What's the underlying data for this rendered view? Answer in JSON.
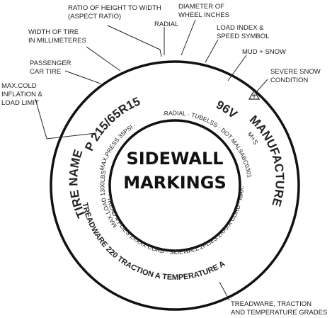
{
  "title": {
    "line1": "SIDEWALL",
    "line2": "MARKINGS"
  },
  "tire": {
    "size_code": "P 215/65R15",
    "load_speed": "96V",
    "ms_symbol": "M+S",
    "brand_left": "TIRE NAME",
    "brand_right": "MANUFACTURE",
    "max_press": "· MAX.PRESS.35PSI ·",
    "max_load": "MAX.LOAD 1300LBS ·",
    "construction_top": "·RADIAL · TUBELSS · DOT MAL9ABC0301",
    "tread_right": "· TREAD 4 PLIES 2XXXX CORD · SIDEWALL 2PLIES 2XXXX CORD · MAX.LOAD",
    "utqg": "TREADWARE 220 TRACTION A TEMPERATURE A"
  },
  "callouts": {
    "aspect_ratio": [
      "RATIO OF HEIGHT TO WIDTH",
      "(ASPECT RATIO)"
    ],
    "wheel_diameter": [
      "DIAMETER OF",
      "WHEEL INCHES"
    ],
    "radial": "RADIAL",
    "load_speed": [
      "LOAD INDEX &",
      "SPEED SYMBOL"
    ],
    "mud_snow": "MUD + SNOW",
    "severe_snow": [
      "SEVERE SNOW",
      "CONDITION"
    ],
    "width": [
      "WIDTH OF TIRE",
      "IN MILLIMETERES"
    ],
    "passenger": [
      "PASSENGER",
      "CAR TIRE"
    ],
    "max_cold": [
      "MAX.COLD",
      "INFLATION &",
      "LOAD LIMIT"
    ],
    "treadwear": [
      "TREADWARE, TRACTION",
      "AND TEMPERATURE GRADES"
    ]
  }
}
